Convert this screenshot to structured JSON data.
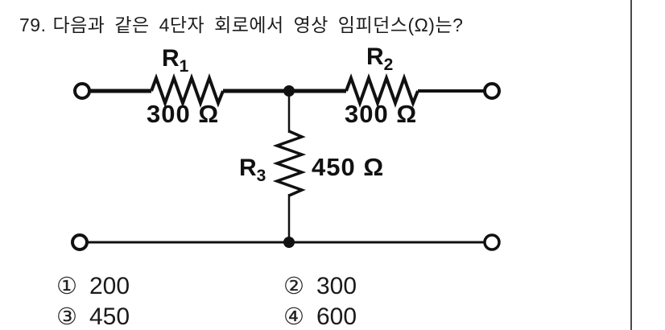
{
  "question": {
    "number": "79.",
    "text": "다음과 같은 4단자 회로에서 영상 임피던스(Ω)는?"
  },
  "circuit": {
    "r1": {
      "label": "R",
      "sub": "1",
      "value": "300 Ω"
    },
    "r2": {
      "label": "R",
      "sub": "2",
      "value": "300 Ω"
    },
    "r3": {
      "label": "R",
      "sub": "3",
      "value": "450 Ω"
    }
  },
  "choices": [
    {
      "marker": "①",
      "value": "200"
    },
    {
      "marker": "②",
      "value": "300"
    },
    {
      "marker": "③",
      "value": "450"
    },
    {
      "marker": "④",
      "value": "600"
    }
  ],
  "colors": {
    "ink": "#111111",
    "divider": "#4a4a4a"
  }
}
